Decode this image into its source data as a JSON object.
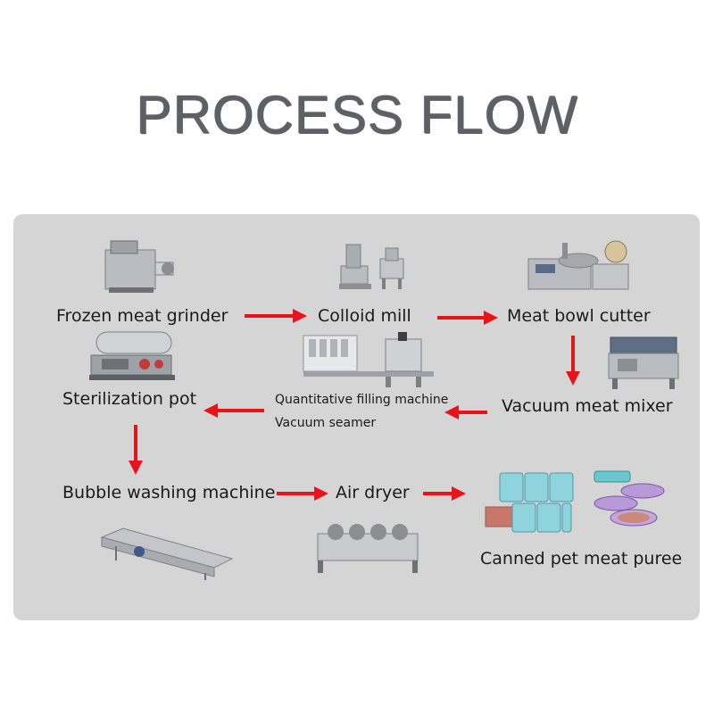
{
  "title": "PROCESS FLOW",
  "steps": {
    "frozen_meat_grinder": "Frozen meat grinder",
    "colloid_mill": "Colloid mill",
    "meat_bowl_cutter": "Meat bowl cutter",
    "vacuum_meat_mixer": "Vacuum meat mixer",
    "quantitative_filling_machine": "Quantitative filling machine",
    "vacuum_seamer": "Vacuum seamer",
    "sterilization_pot": "Sterilization pot",
    "bubble_washing_machine": "Bubble washing machine",
    "air_dryer": "Air dryer",
    "canned_pet_meat_puree": "Canned pet meat puree"
  },
  "colors": {
    "arrow": "#e8141b",
    "panel": "#d5d5d5",
    "title": "#5f6065"
  }
}
